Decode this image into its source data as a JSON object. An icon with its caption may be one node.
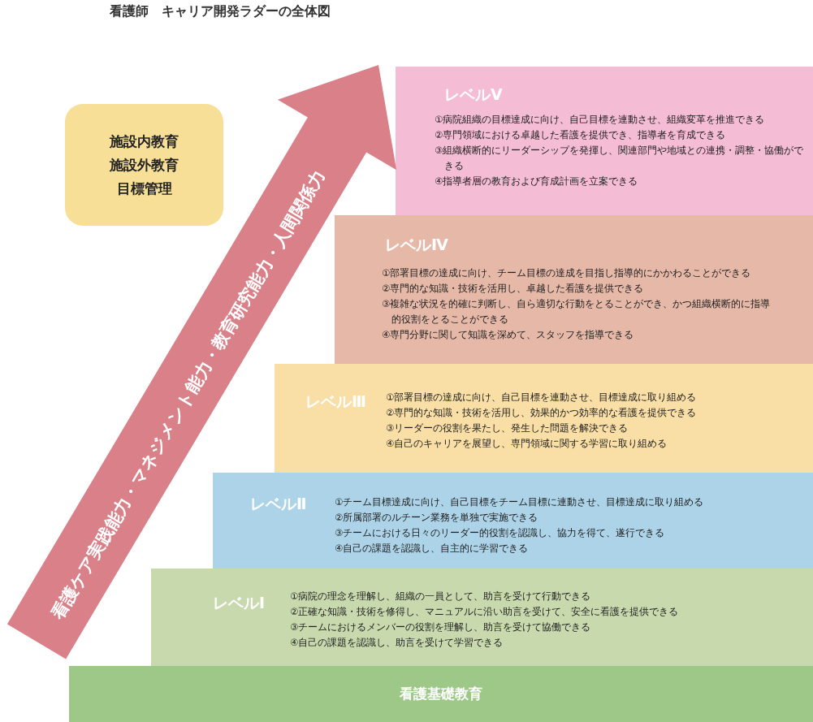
{
  "diagram": {
    "title": "看護師　キャリア開発ラダーの全体図",
    "nodes": [
      {
        "text": [
          "施設内教育",
          "施設外教育",
          "目標管理"
        ]
      },
      {
        "text": [
          "看護ケア実践能力・マネジメント能力・教育研究能力・人間関係力"
        ]
      },
      {
        "text": [
          "レベルⅤ",
          "①病院組織の目標達成に向け、自己目標を連動させ、組織変革を推進できる",
          "②専門領域における卓越した看護を提供でき、指導者を育成できる",
          "③組織横断的にリーダーシップを発揮し、関連部門や地域との連携・調整・協働ができる",
          "④指導者層の教育および育成計画を立案できる"
        ]
      },
      {
        "text": [
          "レベルⅣ",
          "①部署目標の達成に向け、チーム目標の達成を目指し指導的にかかわることができる",
          "②専門的な知識・技術を活用し、卓越した看護を提供できる",
          "③複雑な状況を的確に判断し、自ら適切な行動をとることができ、かつ組織横断的に指導的役割をとることができる",
          "④専門分野に関して知識を深めて、スタッフを指導できる"
        ]
      },
      {
        "text": [
          "レベルⅢ",
          "①部署目標の達成に向け、自己目標を連動させ、目標達成に取り組める",
          "②専門的な知識・技術を活用し、効果的かつ効率的な看護を提供できる",
          "③リーダーの役割を果たし、発生した問題を解決できる",
          "④自己のキャリアを展望し、専門領域に関する学習に取り組める"
        ]
      },
      {
        "text": [
          "レベルⅡ",
          "①チーム目標達成に向け、自己目標をチーム目標に連動させ、目標達成に取り組める",
          "②所属部署のルチーン業務を単独で実施できる",
          "③チームにおける日々のリーダー的役割を認識し、協力を得て、遂行できる",
          "④自己の課題を認識し、自主的に学習できる"
        ]
      },
      {
        "text": [
          "レベルⅠ",
          "①病院の理念を理解し、組織の一員として、助言を受けて行動できる",
          "②正確な知識・技術を修得し、マニュアルに沿い助言を受けて、安全に看護を提供できる",
          "③チームにおけるメンバーの役割を理解し、助言を受けて協働できる",
          "④自己の課題を認識し、助言を受けて学習できる"
        ]
      },
      {
        "text": [
          "看護基礎教育"
        ]
      }
    ]
  }
}
